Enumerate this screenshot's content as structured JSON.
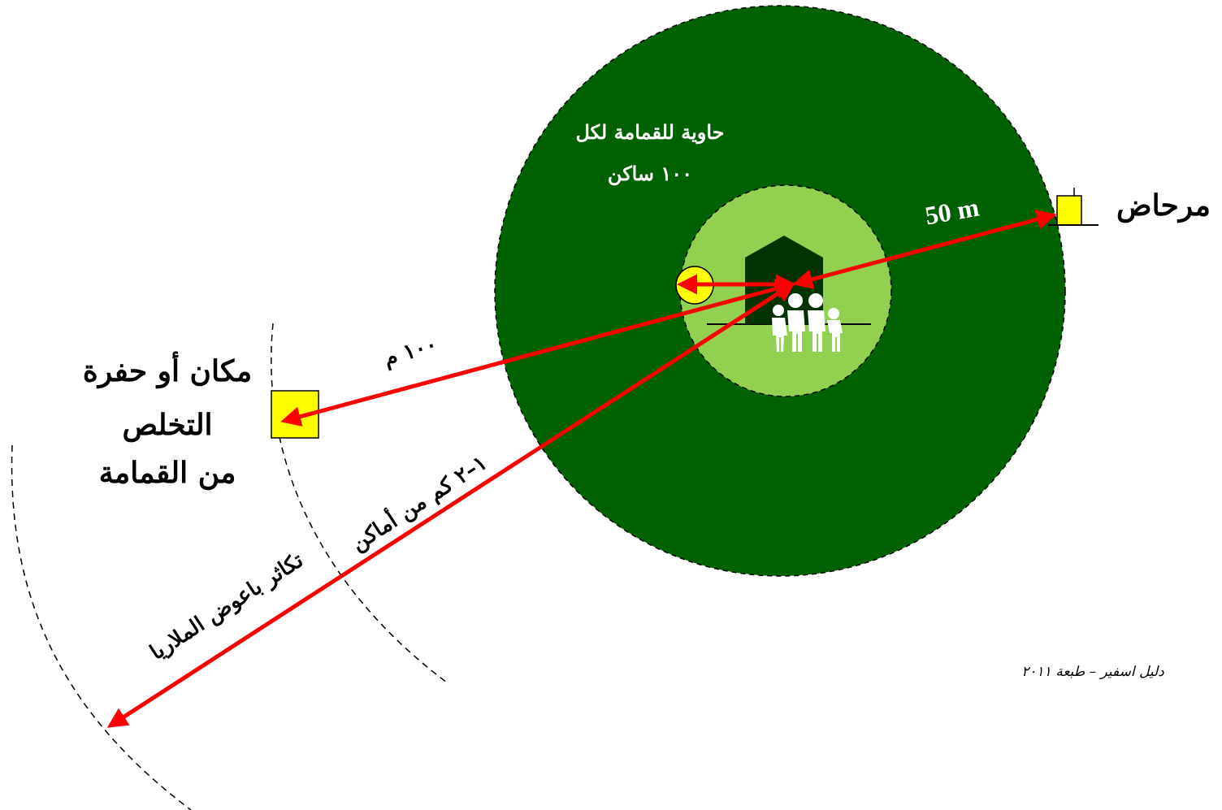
{
  "labels": {
    "bin_line1": "حاوية للقمامة لكل",
    "bin_line2": "١٠٠ ساكن",
    "toilet_distance": "50 m",
    "toilet": "مرحاض",
    "dump_distance": "١٠٠ م",
    "dump_line1": "مكان أو حفرة",
    "dump_line2": "التخلص",
    "dump_line3": "من القمامة",
    "mosquito_line1": "١–٢ كم من أماكن",
    "mosquito_line2": "تكاثر باعوض الملاريا"
  },
  "credit": "دليل اسفير – طبعة ٢٠١١",
  "colors": {
    "outer_zone": "#006100",
    "inner_zone": "#92d050",
    "arrow": "#ff0000",
    "marker_fill": "#ffff00",
    "house": "#003300"
  },
  "icons": {
    "house": "house-icon",
    "family": "family-icon",
    "bin": "waste-bin-icon",
    "toilet": "latrine-icon",
    "dump": "dump-pit-icon"
  }
}
